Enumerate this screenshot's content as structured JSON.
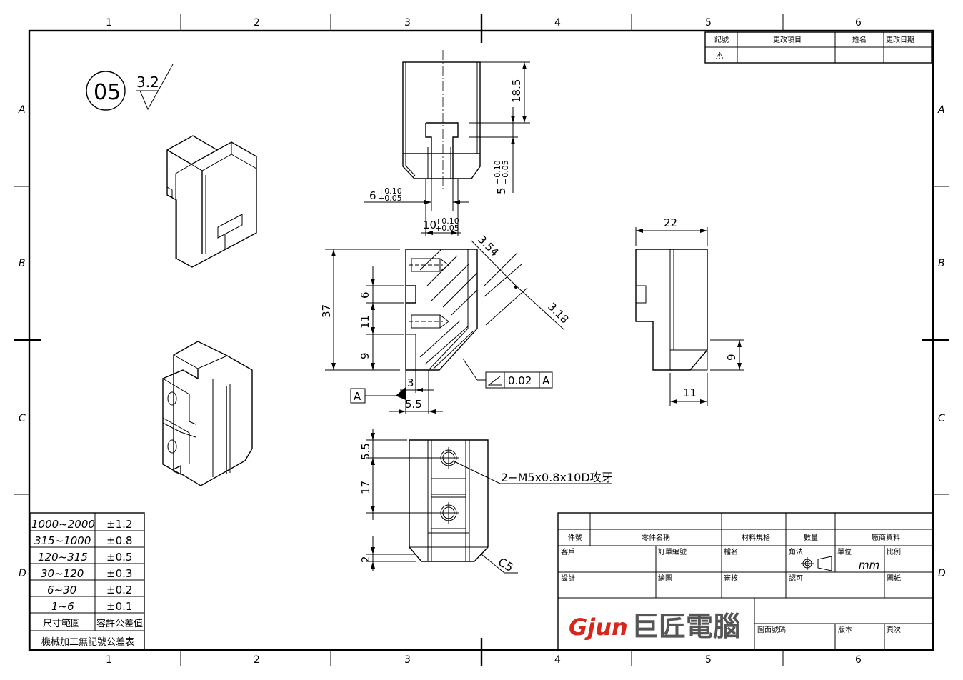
{
  "frame": {
    "columns": [
      "1",
      "2",
      "3",
      "4",
      "5",
      "6"
    ],
    "rows": [
      "A",
      "B",
      "C",
      "D"
    ]
  },
  "part_no": "05",
  "surface_finish": "3.2",
  "revision_table": {
    "headers": [
      "記號",
      "更改項目",
      "姓名",
      "更改日期"
    ],
    "mark_symbol": "⚠"
  },
  "tolerance_table": {
    "rows": [
      {
        "range": "1000~2000",
        "tol": "±1.2"
      },
      {
        "range": "315~1000",
        "tol": "±0.8"
      },
      {
        "range": "120~315",
        "tol": "±0.5"
      },
      {
        "range": "30~120",
        "tol": "±0.3"
      },
      {
        "range": "6~30",
        "tol": "±0.2"
      },
      {
        "range": "1~6",
        "tol": "±0.1"
      }
    ],
    "header_range": "尺寸範圍",
    "header_tol": "容許公差值",
    "caption": "機械加工無記號公差表"
  },
  "dimensions": {
    "top_height": "18.5",
    "slot_depth_main": "5",
    "slot_depth_tol_up": "+0.10",
    "slot_depth_tol_dn": "+0.05",
    "slot_width_main": "6",
    "slot_width_tol_up": "+0.10",
    "slot_width_tol_dn": "+0.05",
    "slot_width2_main": "10",
    "slot_width2_tol_up": "+0.10",
    "slot_width2_tol_dn": "+0.05",
    "chamfer_a": "3.54",
    "chamfer_b": "3.18",
    "height_total": "37",
    "h6": "6",
    "h11": "11",
    "h9": "9",
    "w3": "3",
    "w5_5": "5.5",
    "datum": "A",
    "angularity_value": "0.02",
    "angularity_datum": "A",
    "side_width": "22",
    "side_h9": "9",
    "side_w11": "11",
    "bottom_5_5": "5.5",
    "bottom_17": "17",
    "bottom_2": "2",
    "thread_callout": "2−M5x0.8x10D攻牙",
    "chamfer_c5": "C5"
  },
  "title_block": {
    "headers": [
      "件號",
      "零件名稱",
      "材料規格",
      "數量",
      "廠商資料"
    ],
    "customer": "客戶",
    "order_no": "訂單編號",
    "file_name": "檔名",
    "projection": "角法",
    "unit_label": "單位",
    "unit_value": "mm",
    "scale": "比例",
    "design": "設計",
    "drawing": "繪圖",
    "review": "審核",
    "approve": "認可",
    "paper": "圖紙",
    "drawing_no": "圖面號碼",
    "version": "版本",
    "page": "頁次",
    "brand_latin": "Gjun",
    "brand_cjk": "巨匠電腦",
    "brand_color": "#d9261c"
  }
}
